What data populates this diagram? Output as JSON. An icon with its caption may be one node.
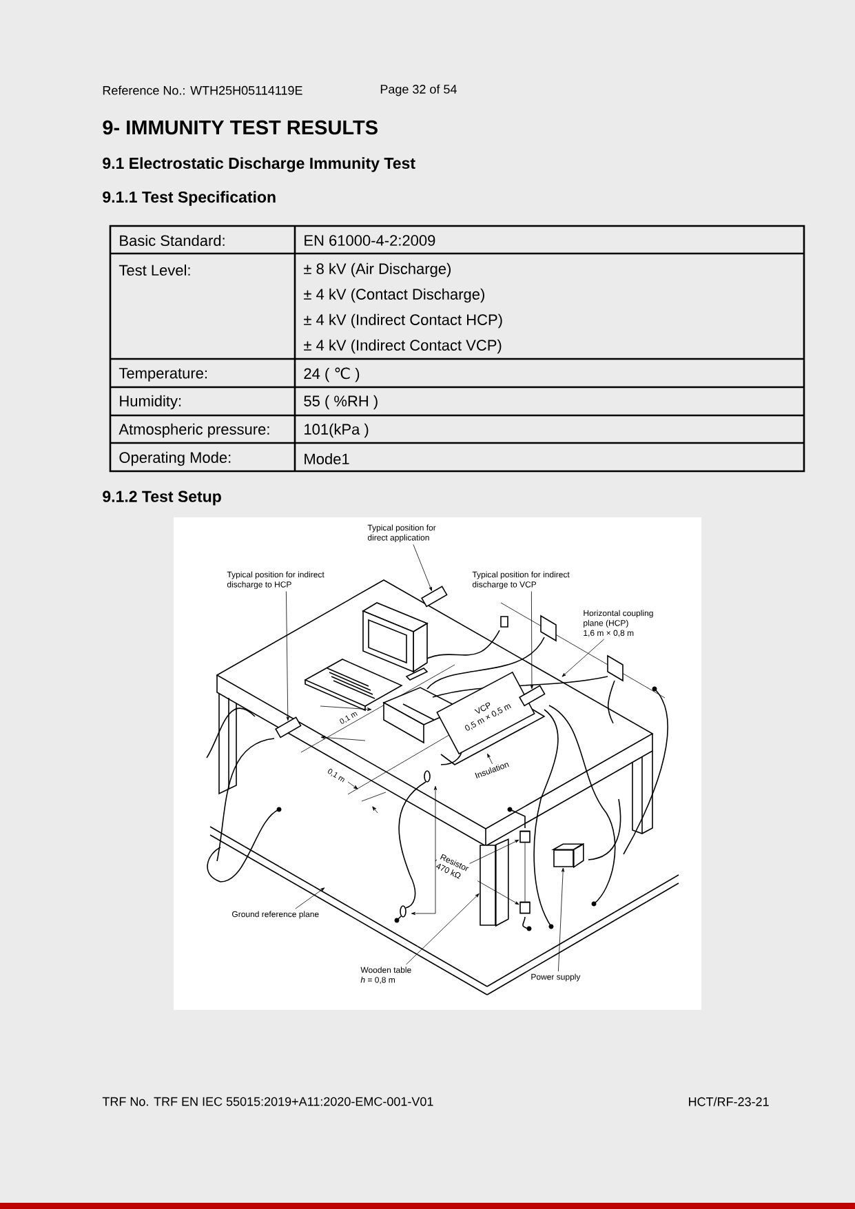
{
  "diagram": {
    "title": "9- IMMUNITY TEST RESULTS",
    "nodes": [
      {
        "text": [
          "Typical position for direct application"
        ]
      },
      {
        "text": [
          "Typical position for indirect discharge to HCP"
        ]
      },
      {
        "text": [
          "Typical position for indirect discharge to VCP"
        ]
      },
      {
        "text": [
          "Horizontal coupling plane (HCP)",
          "1,6 m × 0,8 m"
        ]
      },
      {
        "text": [
          "VCP",
          "0,5 m × 0,5 m"
        ]
      },
      {
        "text": [
          "Insulation"
        ]
      },
      {
        "text": [
          "Resistor",
          "470 kΩ"
        ]
      },
      {
        "text": [
          "Ground reference plane"
        ]
      },
      {
        "text": [
          "Wooden table",
          "*h* = 0,8 m"
        ]
      },
      {
        "text": [
          "Power supply"
        ]
      },
      {
        "text": [],
        "shape": "cylinder"
      },
      {
        "text": [],
        "shape": "cylinder"
      },
      {
        "text": [],
        "shape": "cylinder"
      },
      {
        "text": [],
        "shape": "box"
      },
      {
        "text": [],
        "shape": "cylinder"
      },
      {
        "text": [],
        "shape": "cylinder"
      },
      {
        "text": [],
        "shape": "bar"
      }
    ],
    "edges": [
      {
        "from": 0,
        "to": 10,
        "arrow": "to"
      },
      {
        "from": 1,
        "to": 11,
        "arrow": "to"
      },
      {
        "from": 2,
        "to": 12,
        "arrow": "to"
      },
      {
        "from": 3,
        "to": null,
        "arrow": "to"
      },
      {
        "from": 5,
        "to": null,
        "arrow": "to"
      },
      {
        "from": 6,
        "to": 14,
        "arrow": "to"
      },
      {
        "from": 6,
        "to": 15,
        "arrow": "to"
      },
      {
        "from": 6,
        "to": null,
        "arrow": "to"
      },
      {
        "from": 6,
        "to": null,
        "arrow": "to"
      },
      {
        "from": 7,
        "to": null,
        "arrow": "to"
      },
      {
        "from": 8,
        "to": 16,
        "arrow": "to"
      },
      {
        "from": 9,
        "to": 13,
        "arrow": "to"
      },
      {
        "from": 14,
        "to": 15,
        "arrow": "none"
      }
    ],
    "labels": [
      "Reference No.: WTH25H05114119E",
      "Page 32 of 54",
      "9.1 Electrostatic Discharge Immunity Test",
      "9.1.1 Test Specification",
      "Basic Standard:",
      "EN 61000-4-2:2009",
      "Test Level:",
      "± 8 kV (Air Discharge)",
      "± 4 kV (Contact Discharge)",
      "± 4 kV (Indirect Contact HCP)",
      "± 4 kV (Indirect Contact VCP)",
      "Temperature:",
      "24 ( ℃ )",
      "Humidity:",
      "55 ( %RH )",
      "Atmospheric pressure:",
      "101(kPa )",
      "Operating Mode:",
      "Mode1",
      "9.1.2 Test Setup",
      "0,1 m",
      "0,1 m",
      "TRF No. TRF EN IEC 55015:2019+A11:2020-EMC-001-V01",
      "HCT/RF-23-21"
    ]
  }
}
